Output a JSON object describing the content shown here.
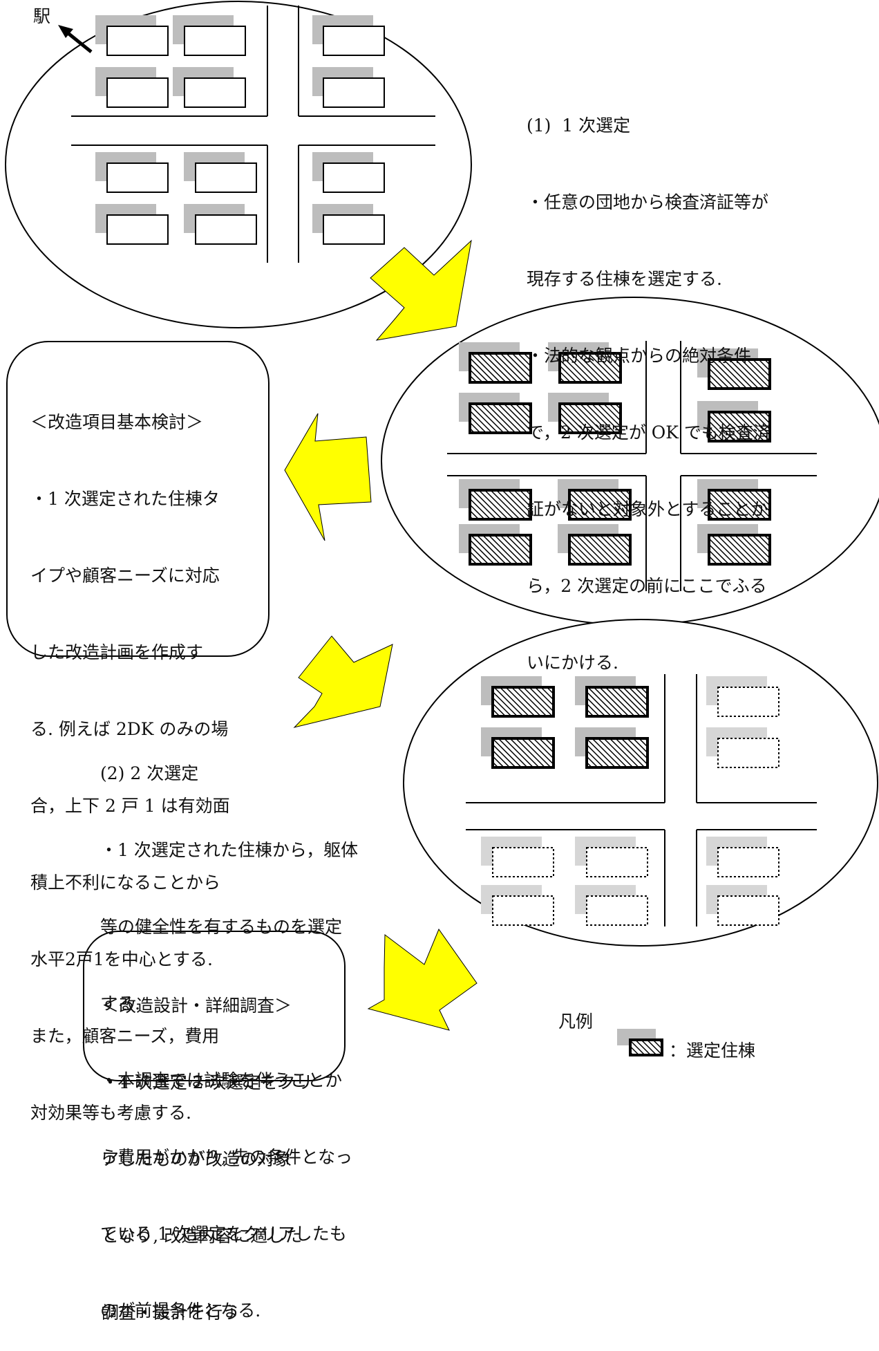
{
  "station_label": "駅",
  "step1": {
    "lines": [
      "(1)  1 次選定",
      "・任意の団地から検査済証等が",
      "現存する住棟を選定する.",
      "・法的な観点からの絶対条件",
      "で，2 次選定が OK でも検査済",
      "証がないと対象外とすることか",
      "ら，2 次選定の前にここでふる",
      "いにかける."
    ]
  },
  "box1": {
    "lines": [
      "＜改造項目基本検討＞",
      "・1 次選定された住棟タ",
      "イプや顧客ニーズに対応",
      "した改造計画を作成す",
      "る. 例えば 2DK のみの場",
      "合，上下 2 戸 1 は有効面",
      "積上不利になることから",
      "水平2戸1を中心とする.",
      "また，顧客ニーズ，費用",
      "対効果等も考慮する."
    ]
  },
  "step2": {
    "lines": [
      "(2) 2 次選定",
      "・1 次選定された住棟から，躯体",
      "等の健全性を有するものを選定",
      "する.",
      "・本調査では試験を伴うことか",
      "ら費用がかかり, 先の条件となっ",
      "ている 1 次選定をクリアしたも",
      "のが前提条件となる."
    ]
  },
  "box2": {
    "lines": [
      "＜改造設計・詳細調査＞",
      "・1 次選定 2 次選定をクリ",
      "アしたものが改造の対象",
      "となり, 改造内容に適した",
      "調査・設計を行う"
    ]
  },
  "legend": {
    "title": "凡例",
    "item_label": "：選定住棟"
  },
  "colors": {
    "arrow_fill": "#ffff00",
    "shadow": "#bdbdbd",
    "hatch": "#000000"
  }
}
